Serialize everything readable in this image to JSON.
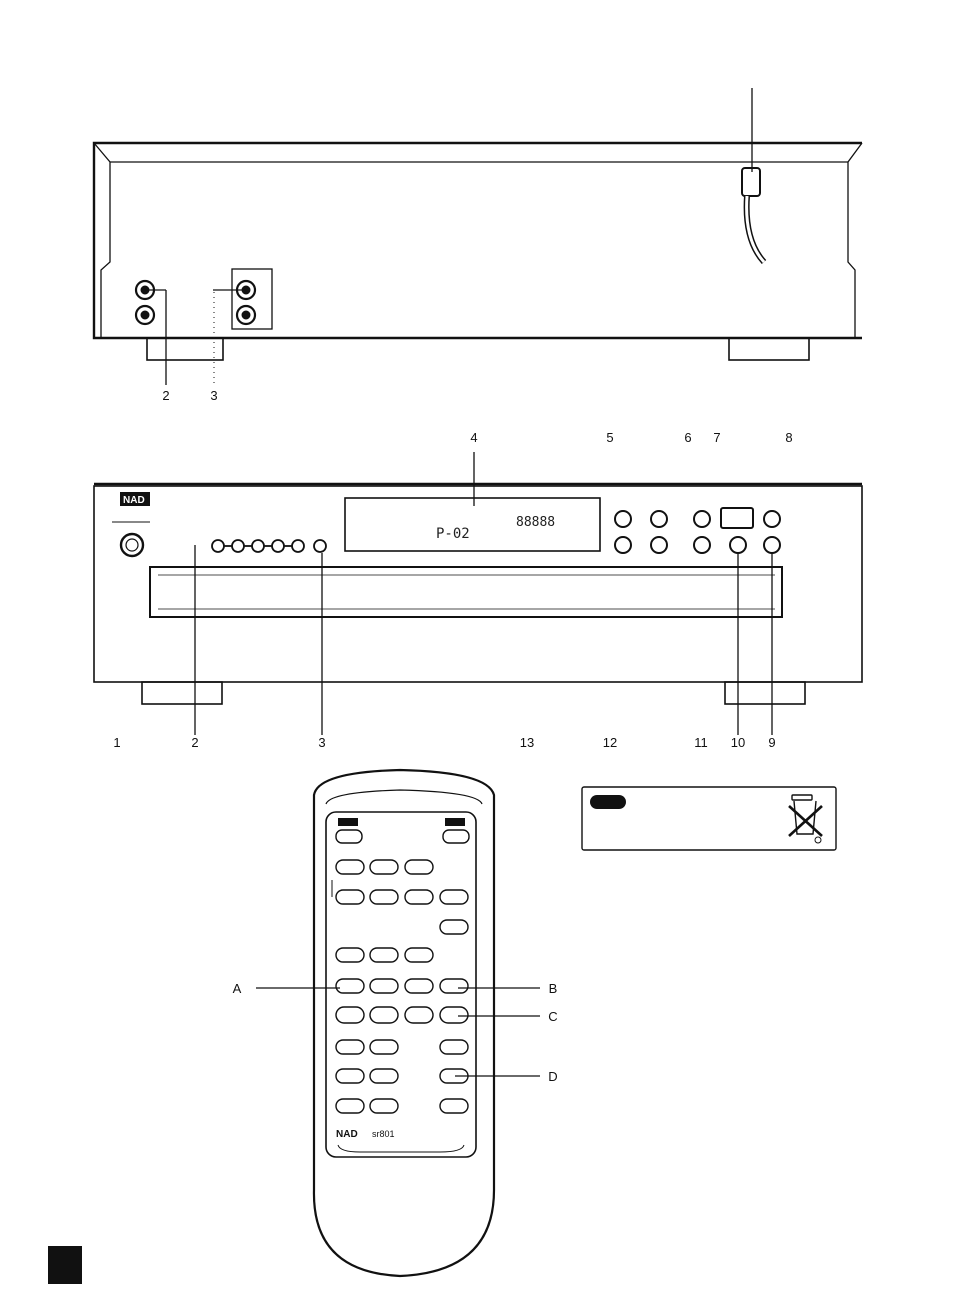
{
  "rear_panel": {
    "callouts": [
      "2",
      "3"
    ]
  },
  "front_panel": {
    "brand": "NAD",
    "top_callouts": [
      "4",
      "5",
      "6",
      "7",
      "8"
    ],
    "bottom_callouts": [
      "1",
      "2",
      "3",
      "13",
      "12",
      "11",
      "10",
      "9"
    ],
    "display_text": "P-02",
    "display_segments": "88888"
  },
  "remote": {
    "brand": "NAD",
    "model": "sr801",
    "callouts": [
      "A",
      "B",
      "C",
      "D"
    ]
  },
  "weee_box": {
    "badge": ""
  }
}
